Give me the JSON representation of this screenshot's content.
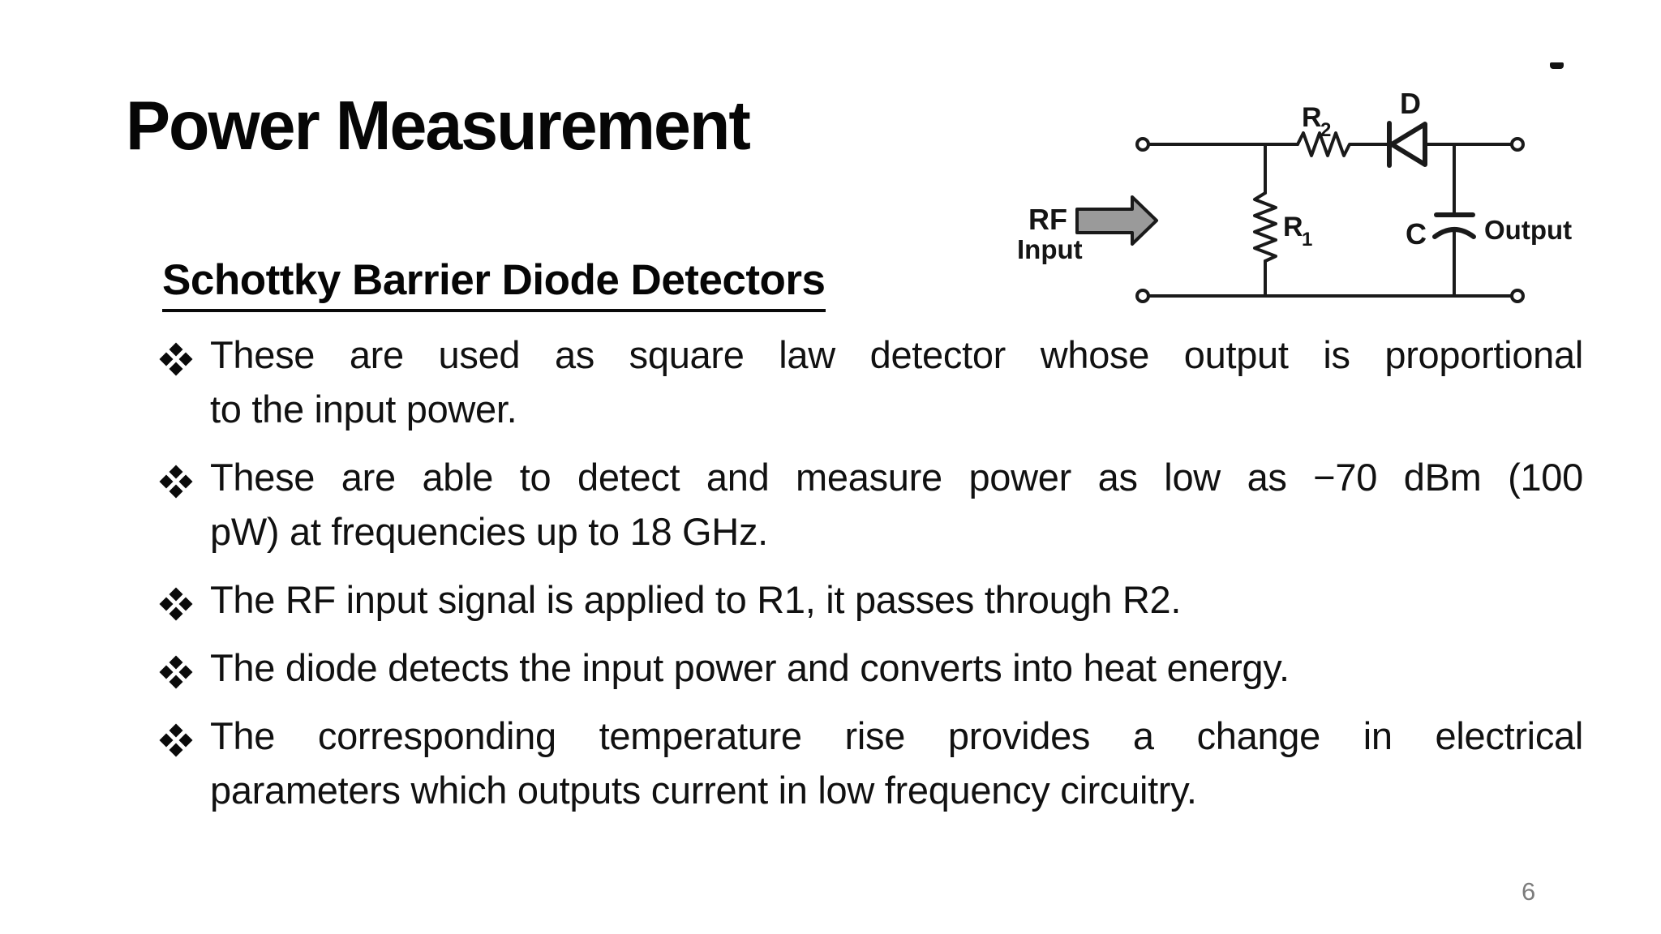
{
  "slide": {
    "title": "Power Measurement",
    "heading": "Schottky Barrier Diode Detectors",
    "bullets": [
      {
        "lines": [
          "These are used as square law detector whose output is proportional",
          "to the input power."
        ]
      },
      {
        "lines": [
          "These are able to detect and measure power as low as −70 dBm (100",
          "pW) at frequencies up to 18 GHz."
        ]
      },
      {
        "lines": [
          "The RF input signal is applied to R1, it passes through R2."
        ]
      },
      {
        "lines": [
          "The diode detects the input power and converts into heat energy."
        ]
      },
      {
        "lines": [
          "The corresponding temperature rise provides a change in electrical",
          "parameters which outputs current in low frequency circuitry."
        ]
      }
    ],
    "page_number": "6",
    "colors": {
      "text": "#0a0a0a",
      "page_number": "#7c7c7c",
      "diagram_stroke": "#1a1a1a",
      "arrow_fill": "#9a9a9a"
    }
  },
  "diagram": {
    "labels": {
      "rf_line1": "RF",
      "rf_line2": "Input",
      "r2_base": "R",
      "r2_sub": "2",
      "diode": "D",
      "r1_base": "R",
      "r1_sub": "1",
      "cap": "C",
      "output": "Output"
    }
  }
}
